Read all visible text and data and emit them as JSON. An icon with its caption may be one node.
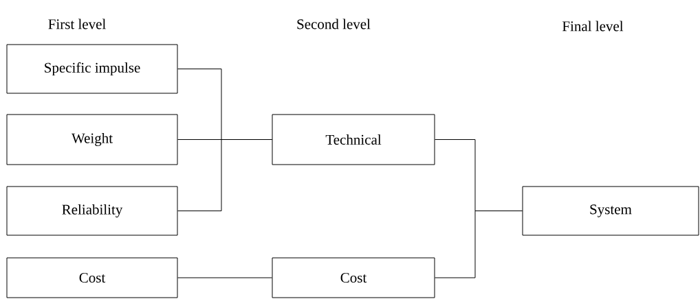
{
  "diagram": {
    "nodes": [
      {
        "text": [
          "Specific impulse"
        ]
      },
      {
        "text": [
          "Weight"
        ]
      },
      {
        "text": [
          "Reliability"
        ]
      },
      {
        "text": [
          "Cost"
        ]
      },
      {
        "text": [
          "Technical"
        ]
      },
      {
        "text": [
          "Cost"
        ]
      },
      {
        "text": [
          "System"
        ]
      }
    ],
    "edges": [
      {
        "from": 0,
        "to": 4,
        "arrow": "none"
      },
      {
        "from": 1,
        "to": 4,
        "arrow": "none"
      },
      {
        "from": 2,
        "to": 4,
        "arrow": "none"
      },
      {
        "from": 3,
        "to": 5,
        "arrow": "none"
      },
      {
        "from": 4,
        "to": 6,
        "arrow": "none"
      },
      {
        "from": 5,
        "to": 6,
        "arrow": "none"
      }
    ],
    "labels": [
      "First level",
      "Second level",
      "Final level"
    ]
  }
}
